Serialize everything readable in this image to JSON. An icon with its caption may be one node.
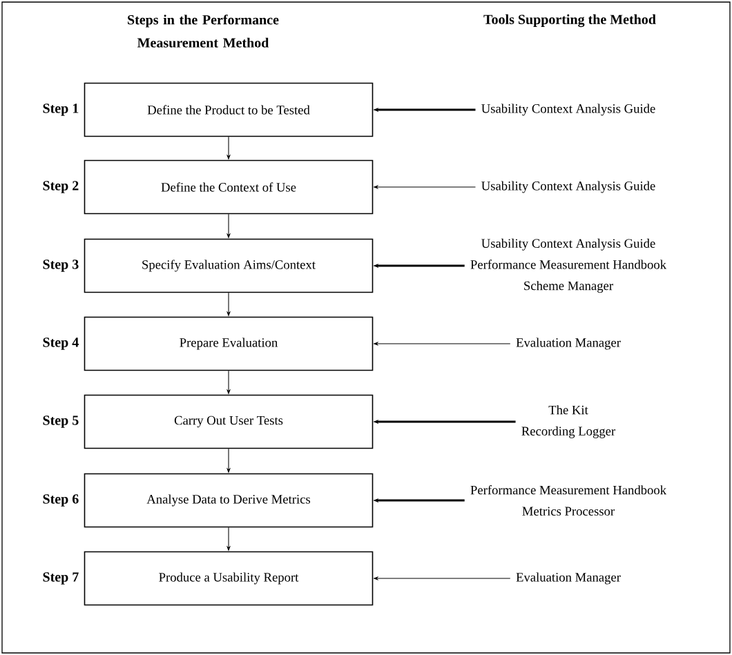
{
  "diagram": {
    "nodes": [
      {
        "text": [
          "Define the Product to be Tested"
        ],
        "beside": [
          "Step 1"
        ]
      },
      {
        "text": [
          "Usability Context Analysis Guide"
        ]
      },
      {
        "text": [
          "Define the Context of Use"
        ],
        "beside": [
          "Step 2"
        ]
      },
      {
        "text": [
          "Usability Context Analysis Guide"
        ]
      },
      {
        "text": [
          "Specify Evaluation Aims/Context"
        ],
        "beside": [
          "Step 3"
        ]
      },
      {
        "text": [
          "Usability Context Analysis Guide",
          "Performance Measurement Handbook",
          "Scheme Manager"
        ]
      },
      {
        "text": [
          "Prepare Evaluation"
        ],
        "beside": [
          "Step 4"
        ]
      },
      {
        "text": [
          "Evaluation Manager"
        ]
      },
      {
        "text": [
          "Carry Out User Tests"
        ],
        "beside": [
          "Step 5"
        ]
      },
      {
        "text": [
          "The Kit",
          "Recording Logger"
        ]
      },
      {
        "text": [
          "Analyse Data to Derive Metrics"
        ],
        "beside": [
          "Step 6"
        ]
      },
      {
        "text": [
          "Performance Measurement Handbook",
          "Metrics Processor"
        ]
      },
      {
        "text": [
          "Produce a Usability Report"
        ],
        "beside": [
          "Step 7"
        ]
      },
      {
        "text": [
          "Evaluation Manager"
        ]
      }
    ],
    "edges": [
      {
        "from": 0,
        "to": 2,
        "arrow": "to"
      },
      {
        "from": 2,
        "to": 4,
        "arrow": "to"
      },
      {
        "from": 4,
        "to": 6,
        "arrow": "to"
      },
      {
        "from": 6,
        "to": 8,
        "arrow": "to"
      },
      {
        "from": 8,
        "to": 10,
        "arrow": "to"
      },
      {
        "from": 10,
        "to": 12,
        "arrow": "to"
      },
      {
        "from": 1,
        "to": 0,
        "arrow": "to",
        "style": "thick"
      },
      {
        "from": 3,
        "to": 2,
        "arrow": "to"
      },
      {
        "from": 5,
        "to": 4,
        "arrow": "to",
        "style": "thick"
      },
      {
        "from": 7,
        "to": 6,
        "arrow": "to"
      },
      {
        "from": 9,
        "to": 8,
        "arrow": "to",
        "style": "thick"
      },
      {
        "from": 11,
        "to": 10,
        "arrow": "to",
        "style": "thick"
      },
      {
        "from": 13,
        "to": 12,
        "arrow": "to"
      }
    ],
    "labels": [
      "Steps in the Performance Measurement Method",
      "Tools Supporting the Method"
    ]
  }
}
